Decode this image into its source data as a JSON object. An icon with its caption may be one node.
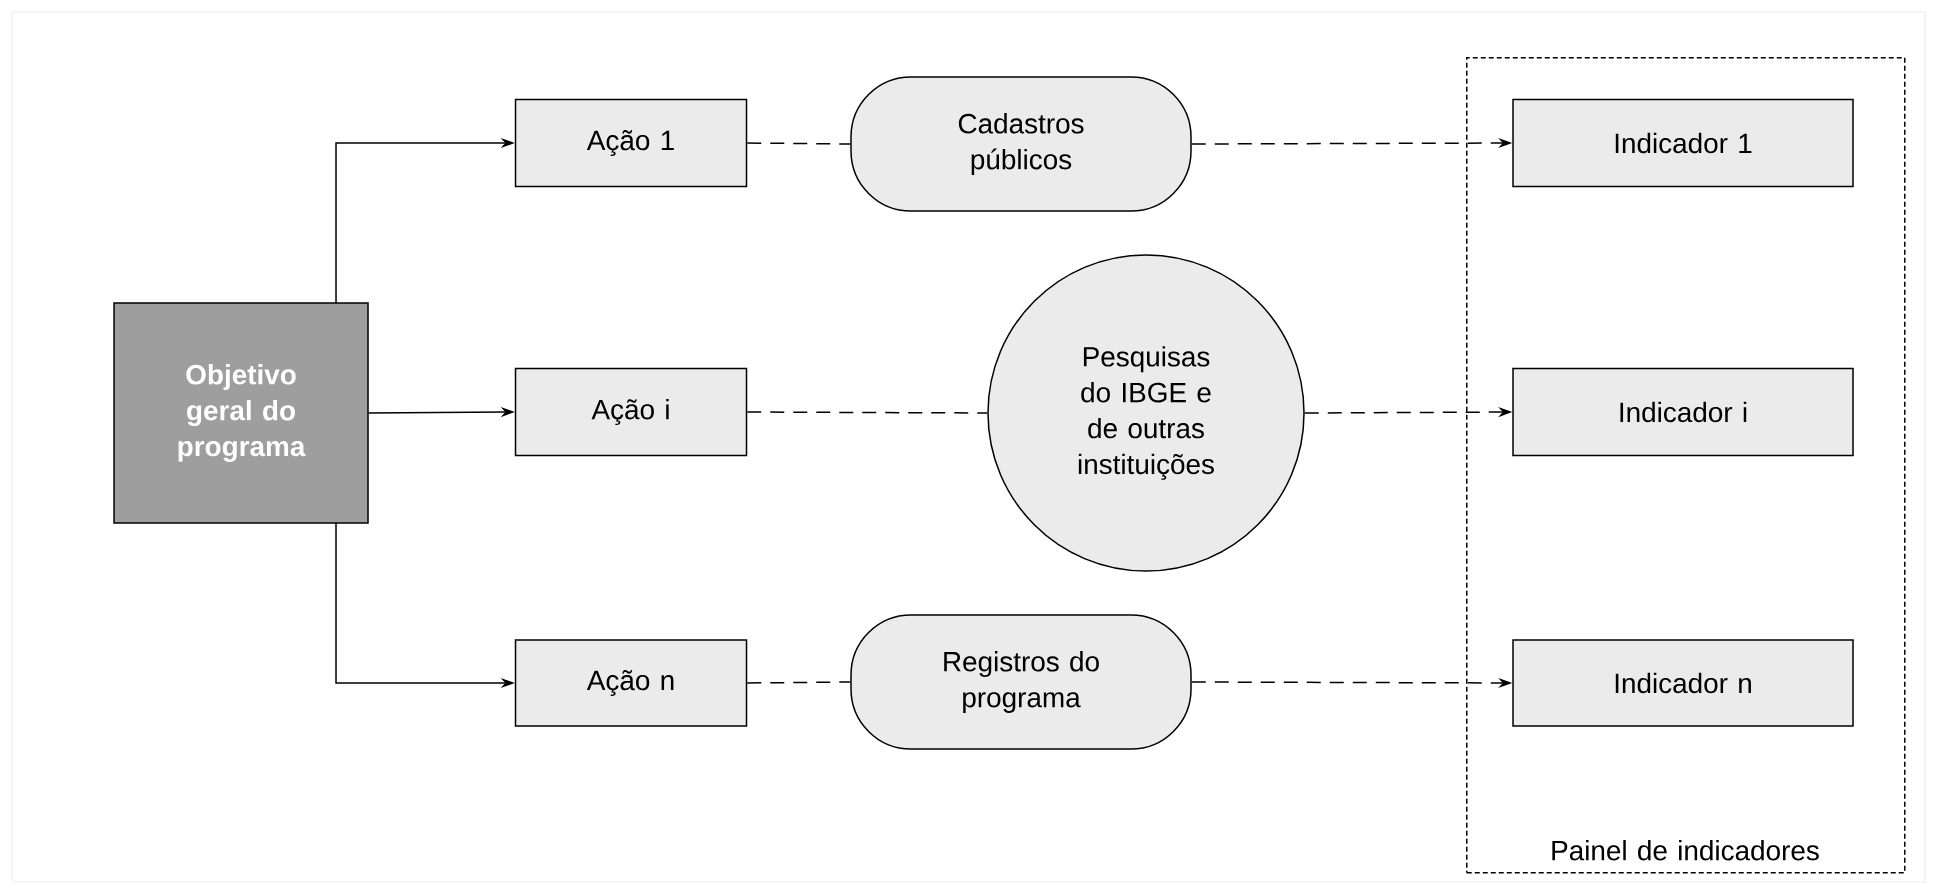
{
  "diagram": {
    "nodes": [
      {
        "text": [
          "Objetivo geral do programa"
        ]
      },
      {
        "text": [
          "Ação 1"
        ]
      },
      {
        "text": [
          "Ação i"
        ]
      },
      {
        "text": [
          "Ação n"
        ]
      },
      {
        "text": [
          "Cadastros públicos"
        ]
      },
      {
        "text": [
          "Pesquisas do IBGE e de outras instituições"
        ]
      },
      {
        "text": [
          "Registros do programa"
        ]
      },
      {
        "text": [
          "Painel de indicadores"
        ]
      },
      {
        "text": [
          "Indicador 1"
        ],
        "in": 7
      },
      {
        "text": [
          "Indicador i"
        ],
        "in": 7
      },
      {
        "text": [
          "Indicador n"
        ],
        "in": 7
      }
    ],
    "edges": [
      {
        "from": 0,
        "to": 1,
        "arrow": "to"
      },
      {
        "from": 0,
        "to": 2,
        "arrow": "to"
      },
      {
        "from": 0,
        "to": 3,
        "arrow": "to"
      },
      {
        "from": 1,
        "to": 4,
        "arrow": "none",
        "style": "dashed"
      },
      {
        "from": 4,
        "to": 8,
        "arrow": "to",
        "style": "dashed"
      },
      {
        "from": 2,
        "to": 5,
        "arrow": "none",
        "style": "dashed"
      },
      {
        "from": 5,
        "to": 9,
        "arrow": "to",
        "style": "dashed"
      },
      {
        "from": 3,
        "to": 6,
        "arrow": "none",
        "style": "dashed"
      },
      {
        "from": 6,
        "to": 10,
        "arrow": "to",
        "style": "dashed"
      }
    ]
  }
}
